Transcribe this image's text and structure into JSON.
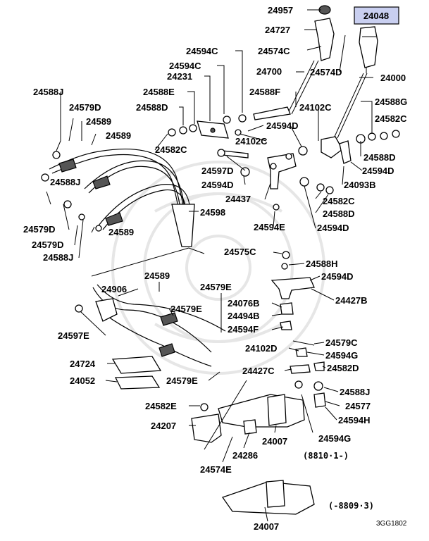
{
  "diagram": {
    "highlight_color": "#c9cff0",
    "highlighted_part": "24048",
    "part_labels": [
      {
        "id": "p1",
        "text": "24957"
      },
      {
        "id": "p2",
        "text": "24727"
      },
      {
        "id": "p3",
        "text": "24594C"
      },
      {
        "id": "p4",
        "text": "24574C"
      },
      {
        "id": "p5",
        "text": "24594C"
      },
      {
        "id": "p6",
        "text": "24700"
      },
      {
        "id": "p7",
        "text": "24574D"
      },
      {
        "id": "p8",
        "text": "24000"
      },
      {
        "id": "p9",
        "text": "24231"
      },
      {
        "id": "p10",
        "text": "24588J"
      },
      {
        "id": "p11",
        "text": "24588E"
      },
      {
        "id": "p12",
        "text": "24588F"
      },
      {
        "id": "p13",
        "text": "24588G"
      },
      {
        "id": "p14",
        "text": "24579D"
      },
      {
        "id": "p15",
        "text": "24588D"
      },
      {
        "id": "p16",
        "text": "24102C"
      },
      {
        "id": "p17",
        "text": "24582C"
      },
      {
        "id": "p18",
        "text": "24589"
      },
      {
        "id": "p19",
        "text": "24594D"
      },
      {
        "id": "p20",
        "text": "24589"
      },
      {
        "id": "p21",
        "text": "24582C"
      },
      {
        "id": "p22",
        "text": "24102C"
      },
      {
        "id": "p23",
        "text": "24588D"
      },
      {
        "id": "p24",
        "text": "24597D"
      },
      {
        "id": "p25",
        "text": "24594D"
      },
      {
        "id": "p26",
        "text": "24588J"
      },
      {
        "id": "p27",
        "text": "24594D"
      },
      {
        "id": "p28",
        "text": "24093B"
      },
      {
        "id": "p29",
        "text": "24437"
      },
      {
        "id": "p30",
        "text": "24582C"
      },
      {
        "id": "p31",
        "text": "24598"
      },
      {
        "id": "p32",
        "text": "24588D"
      },
      {
        "id": "p33",
        "text": "24579D"
      },
      {
        "id": "p34",
        "text": "24594E"
      },
      {
        "id": "p35",
        "text": "24594D"
      },
      {
        "id": "p36",
        "text": "24589"
      },
      {
        "id": "p37",
        "text": "24579D"
      },
      {
        "id": "p38",
        "text": "24588J"
      },
      {
        "id": "p39",
        "text": "24575C"
      },
      {
        "id": "p40",
        "text": "24588H"
      },
      {
        "id": "p41",
        "text": "24589"
      },
      {
        "id": "p42",
        "text": "24594D"
      },
      {
        "id": "p43",
        "text": "24906"
      },
      {
        "id": "p44",
        "text": "24579E"
      },
      {
        "id": "p45",
        "text": "24427B"
      },
      {
        "id": "p46",
        "text": "24076B"
      },
      {
        "id": "p47",
        "text": "24579E"
      },
      {
        "id": "p48",
        "text": "24494B"
      },
      {
        "id": "p49",
        "text": "24597E"
      },
      {
        "id": "p50",
        "text": "24594F"
      },
      {
        "id": "p51",
        "text": "24579C"
      },
      {
        "id": "p52",
        "text": "24102D"
      },
      {
        "id": "p53",
        "text": "24594G"
      },
      {
        "id": "p54",
        "text": "24724"
      },
      {
        "id": "p55",
        "text": "24582D"
      },
      {
        "id": "p56",
        "text": "24427C"
      },
      {
        "id": "p57",
        "text": "24052"
      },
      {
        "id": "p58",
        "text": "24579E"
      },
      {
        "id": "p59",
        "text": "24588J"
      },
      {
        "id": "p60",
        "text": "24577"
      },
      {
        "id": "p61",
        "text": "24582E"
      },
      {
        "id": "p62",
        "text": "24594H"
      },
      {
        "id": "p63",
        "text": "24207"
      },
      {
        "id": "p64",
        "text": "24007"
      },
      {
        "id": "p65",
        "text": "24594G"
      },
      {
        "id": "p66",
        "text": "24286"
      },
      {
        "id": "p67",
        "text": "24574E"
      },
      {
        "id": "p68",
        "text": "24007"
      }
    ],
    "notes": {
      "date_range_upper": "(8810·1-)",
      "date_range_lower": "(-8809·3)"
    },
    "figure_code": "3GG1802"
  }
}
